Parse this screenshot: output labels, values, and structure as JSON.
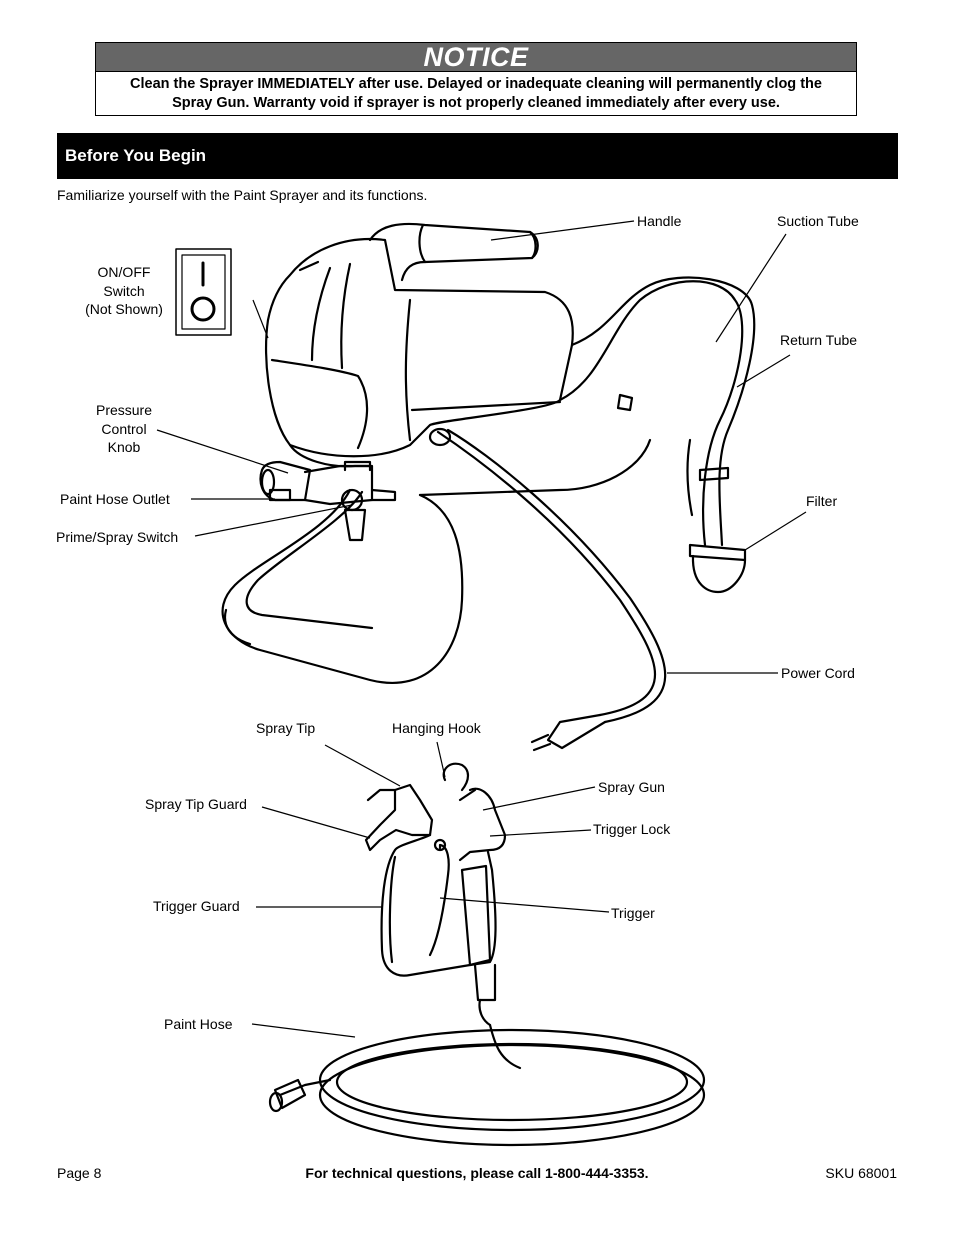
{
  "notice": {
    "title": "NOTICE",
    "text_line1": "Clean the Sprayer IMMEDIATELY after use. Delayed or inadequate cleaning will permanently clog the",
    "text_line2": "Spray Gun. Warranty void if sprayer is not properly cleaned immediately after every use."
  },
  "section": {
    "title": "Before You Begin",
    "intro": "Familiarize yourself with the Paint Sprayer and its functions."
  },
  "labels": {
    "handle": "Handle",
    "suction_tube": "Suction Tube",
    "on_off_1": "ON/OFF",
    "on_off_2": "Switch",
    "on_off_3": "(Not Shown)",
    "return_tube": "Return Tube",
    "pressure_1": "Pressure",
    "pressure_2": "Control",
    "pressure_3": "Knob",
    "paint_hose_outlet": "Paint Hose Outlet",
    "filter": "Filter",
    "prime_spray_switch": "Prime/Spray Switch",
    "power_cord": "Power Cord",
    "spray_tip": "Spray Tip",
    "hanging_hook": "Hanging Hook",
    "spray_gun": "Spray Gun",
    "spray_tip_guard": "Spray Tip Guard",
    "trigger_lock": "Trigger Lock",
    "trigger_guard": "Trigger Guard",
    "trigger": "Trigger",
    "paint_hose": "Paint Hose"
  },
  "footer": {
    "page": "Page 8",
    "contact": "For technical questions, please call 1-800-444-3353.",
    "sku": "SKU 68001"
  }
}
